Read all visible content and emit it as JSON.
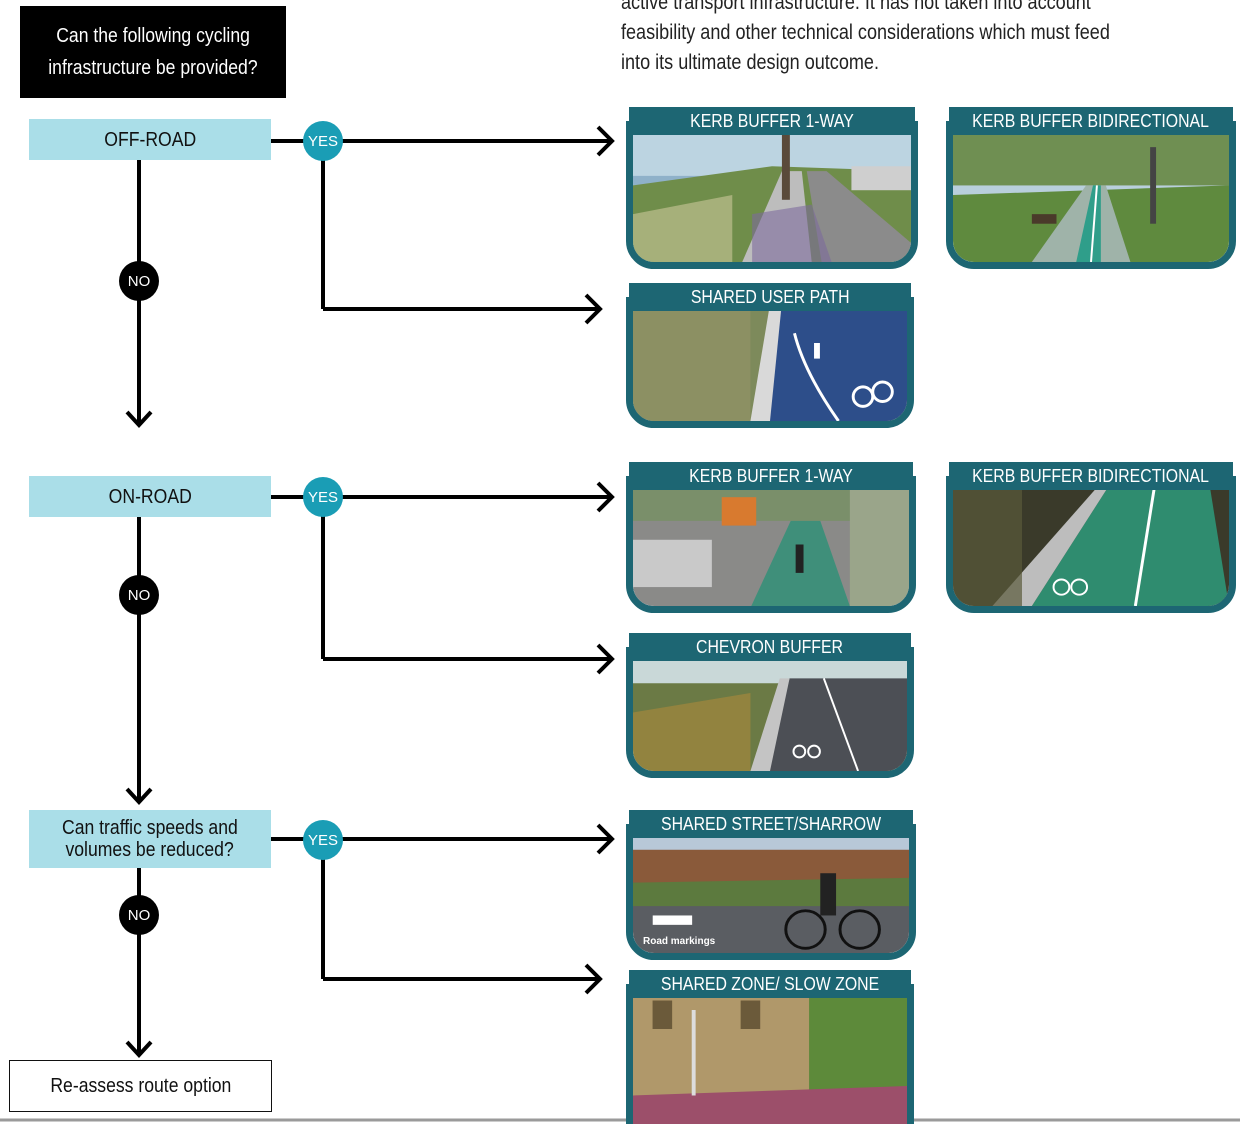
{
  "intro_lines": [
    "active transport infrastructure. It has not taken into account",
    "feasibility and other technical considerations which must feed",
    "into its ultimate design outcome."
  ],
  "question": {
    "line1": "Can the following cycling",
    "line2": "infrastructure be provided?"
  },
  "steps": {
    "off_road": "OFF-ROAD",
    "on_road": "ON-ROAD",
    "speeds_line1": "Can traffic speeds and",
    "speeds_line2": "volumes be reduced?"
  },
  "decisions": {
    "yes": "YES",
    "no": "NO"
  },
  "end_box": "Re-assess route option",
  "cards": {
    "off_kerb_1way": "KERB BUFFER 1-WAY",
    "off_kerb_bidir": "KERB BUFFER BIDIRECTIONAL",
    "off_shared_path": "SHARED USER PATH",
    "on_kerb_1way": "KERB BUFFER 1-WAY",
    "on_kerb_bidir": "KERB BUFFER BIDIRECTIONAL",
    "on_chevron": "CHEVRON BUFFER",
    "shared_street": "SHARED STREET/SHARROW",
    "shared_street_caption": "Road markings",
    "shared_zone": "SHARED ZONE/ SLOW ZONE"
  },
  "colors": {
    "step_fill": "#aadee8",
    "yes_fill": "#1a9db5",
    "card_frame": "#1d6673",
    "question_fill": "#000000"
  }
}
